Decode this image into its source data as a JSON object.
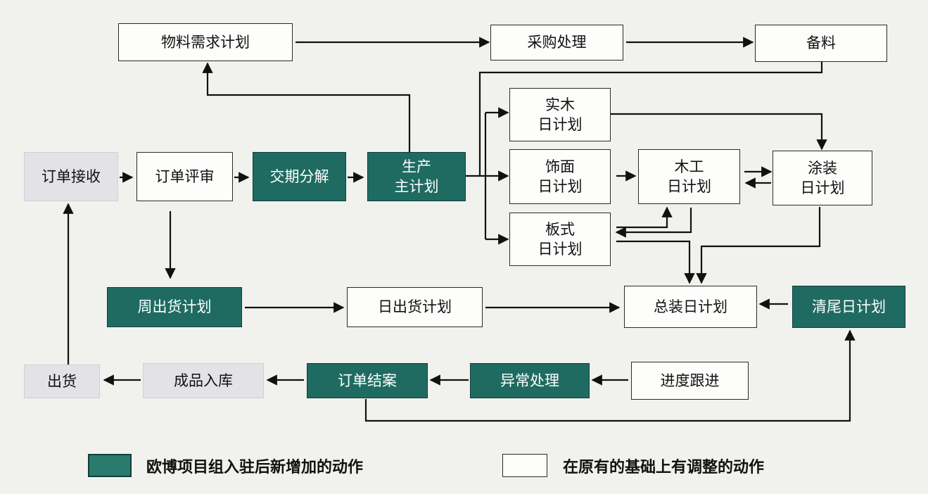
{
  "nodes": {
    "mrp": "物料需求计划",
    "purchase": "采购处理",
    "prepare": "备料",
    "solid_wood": "实木\n日计划",
    "veneer": "饰面\n日计划",
    "panel": "板式\n日计划",
    "carpentry": "木工\n日计划",
    "painting": "涂装\n日计划",
    "order_receive": "订单接收",
    "order_review": "订单评审",
    "delivery_breakdown": "交期分解",
    "master_plan": "生产\n主计划",
    "weekly_shipping": "周出货计划",
    "daily_shipping": "日出货计划",
    "assembly": "总装日计划",
    "tail_clearing": "清尾日计划",
    "ship": "出货",
    "warehousing": "成品入库",
    "order_close": "订单结案",
    "exception": "异常处理",
    "progress": "进度跟进"
  },
  "legend": {
    "new_action": "欧博项目组入驻后新增加的动作",
    "adjusted_action": "在原有的基础上有调整的动作"
  },
  "colors": {
    "new_fill": "#1f6b62",
    "base_fill": "#e3e3e7",
    "line": "#111111"
  }
}
